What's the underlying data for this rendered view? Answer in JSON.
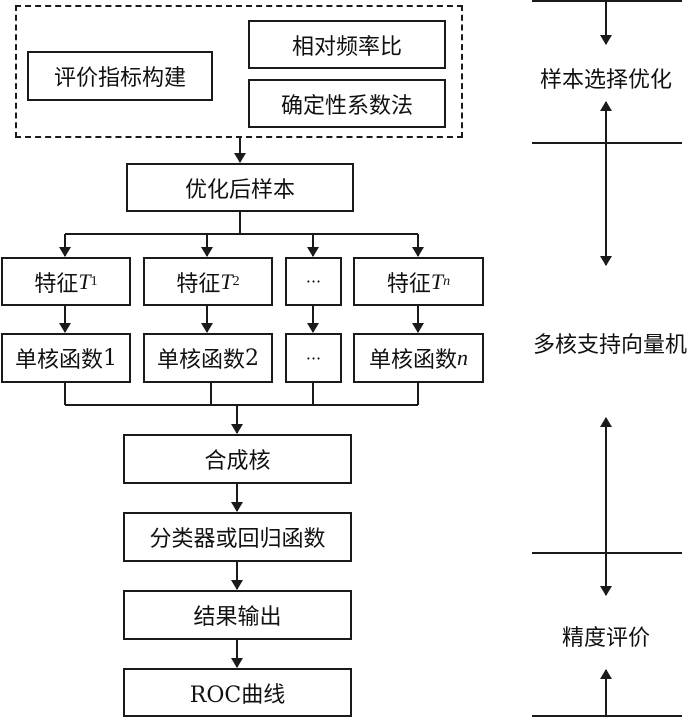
{
  "sample_stage": {
    "indicator_box": "评价指标构建",
    "method_boxes": [
      "相对频率比",
      "确定性系数法"
    ]
  },
  "optimized_sample": "优化后样本",
  "features": [
    {
      "prefix": "特征 ",
      "var": "T",
      "sub": "1"
    },
    {
      "prefix": "特征 ",
      "var": "T",
      "sub": "2"
    },
    {
      "ellipsis": "···"
    },
    {
      "prefix": "特征 ",
      "var": "T",
      "sub": "n"
    }
  ],
  "kernels": [
    {
      "prefix": "单核函数",
      "suffix": "1",
      "italic": false
    },
    {
      "prefix": "单核函数",
      "suffix": "2",
      "italic": false
    },
    {
      "ellipsis": "···"
    },
    {
      "prefix": "单核函数",
      "suffix": "n",
      "italic": true
    }
  ],
  "pipeline": [
    "合成核",
    "分类器或回归函数",
    "结果输出",
    "ROC曲线"
  ],
  "stages": {
    "sample_selection": "样本选择优化",
    "mksvm": "多核支持向量机",
    "accuracy": "精度评价"
  }
}
